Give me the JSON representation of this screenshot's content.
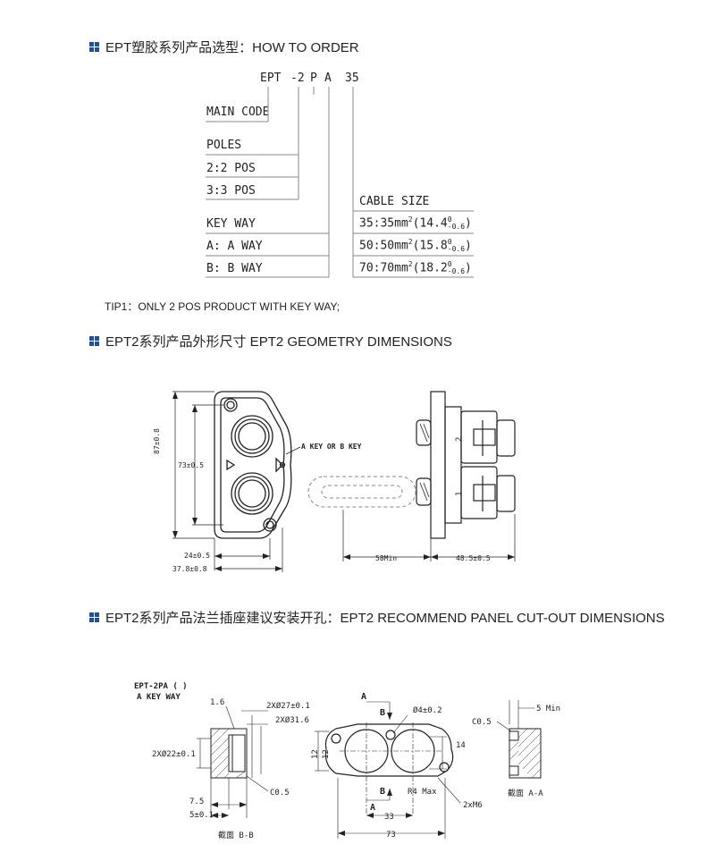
{
  "section1": {
    "title": "EPT塑胶系列产品选型：HOW TO ORDER"
  },
  "order_code": {
    "p1": "EPT",
    "p2": "-2",
    "p3": "P",
    "p4": "A",
    "p5": "35"
  },
  "order_rows": {
    "main_code": "MAIN CODE",
    "poles": "POLES",
    "pos2": "2:2 POS",
    "pos3": "3:3 POS",
    "key_way": "KEY WAY",
    "a_way": "A: A WAY",
    "b_way": "B: B WAY"
  },
  "cable": {
    "title": "CABLE SIZE",
    "items": [
      {
        "code": "35:35mm",
        "dim": "(14.4",
        "upper": "0",
        "lower": "-0.6",
        "close": ")"
      },
      {
        "code": "50:50mm",
        "dim": "(15.8",
        "upper": "0",
        "lower": "-0.6",
        "close": ")"
      },
      {
        "code": "70:70mm",
        "dim": "(18.2",
        "upper": "0",
        "lower": "-0.6",
        "close": ")"
      }
    ],
    "sup": "2"
  },
  "tip": "TIP1：ONLY 2 POS PRODUCT WITH KEY WAY;",
  "section2": {
    "title": "EPT2系列产品外形尺寸 EPT2 GEOMETRY DIMENSIONS"
  },
  "geometry": {
    "dim_87": "87±0.8",
    "dim_73": "73±0.5",
    "key_label": "A KEY OR B KEY",
    "dim_24": "24±0.5",
    "dim_378": "37.8±0.8",
    "dim_58": "58Min",
    "dim_485": "48.5±0.5",
    "pos2_mark": "2",
    "pos1_mark": "1"
  },
  "section3": {
    "title": "EPT2系列产品法兰插座建议安装开孔：EPT2 RECOMMEND PANEL CUT-OUT DIMENSIONS"
  },
  "cutout": {
    "model": "EPT-2PA ( )",
    "keyway": "A KEY WAY",
    "d16": "1.6",
    "d27": "2XØ27±0.1",
    "d316": "2XØ31.6",
    "d22": "2XØ22±0.1",
    "c05a": "C0.5",
    "d75": "7.5",
    "d5": "5±0.1",
    "sec_bb": "截面 B-B",
    "sec_a_top": "A",
    "sec_b_top": "B",
    "d4": "Ø4±0.2",
    "d12": "12",
    "d1212": "12",
    "d14": "14",
    "r4": "R4 Max",
    "sec_b_bot": "B",
    "sec_a_bot": "A",
    "m6": "2xM6",
    "d33": "33",
    "d73": "73",
    "c05b": "C0.5",
    "min5": "5 Min",
    "sec_aa": "截面 A-A"
  }
}
